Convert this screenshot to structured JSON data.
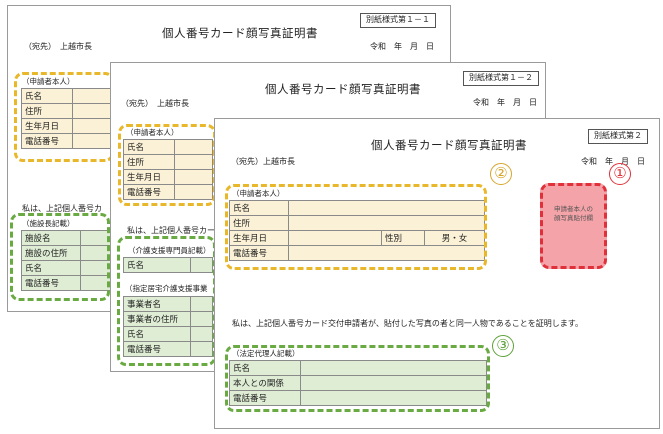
{
  "sheet1": {
    "badge": "別紙様式第１－１",
    "title": "個人番号カード顔写真証明書",
    "addressee": "（宛先）　上越市長",
    "date": "令和　年　月　日",
    "applicant_caption": "（申請者本人）",
    "applicant_rows": [
      "氏名",
      "住所",
      "生年月日",
      "電話番号"
    ],
    "statement": "私は、上記個人番号カ",
    "facility_caption": "（施設長記載）",
    "facility_rows": [
      "施設名",
      "施設の住所",
      "氏名",
      "電話番号"
    ]
  },
  "sheet2": {
    "badge": "別紙様式第１－２",
    "title": "個人番号カード顔写真証明書",
    "addressee": "（宛先）　上越市長",
    "date": "令和　年　月　日",
    "applicant_caption": "（申請者本人）",
    "applicant_rows": [
      "氏名",
      "住所",
      "生年月日",
      "電話番号"
    ],
    "statement": "私は、上記個人番号カー",
    "care_caption": "（介護支援専門員記載）",
    "care_rows": [
      "氏名"
    ],
    "business_caption": "（指定居宅介護支援事業",
    "business_rows": [
      "事業者名",
      "事業者の住所",
      "氏名",
      "電話番号"
    ]
  },
  "sheet3": {
    "badge": "別紙様式第２",
    "title": "個人番号カード顔写真証明書",
    "addressee": "（宛先）上越市長",
    "date": "令和　年　月　日",
    "applicant_caption": "（申請者本人）",
    "rows": {
      "name": "氏名",
      "address": "住所",
      "birthdate": "生年月日",
      "gender_label": "性別",
      "gender_value": "男・女",
      "phone": "電話番号"
    },
    "photo_text": "申請者本人の\n顔写真貼付欄",
    "statement": "私は、上記個人番号カード交付申請者が、貼付した写真の者と同一人物であることを証明します。",
    "legal_caption": "（法定代理人記載）",
    "legal_rows": [
      "氏名",
      "本人との関係",
      "電話番号"
    ]
  },
  "markers": {
    "one": "①",
    "two": "②",
    "three": "③"
  },
  "colors": {
    "yellow": "#e9b72a",
    "green": "#6aaa43",
    "red": "#e0313b",
    "photo_fill": "#f4a3a8"
  }
}
